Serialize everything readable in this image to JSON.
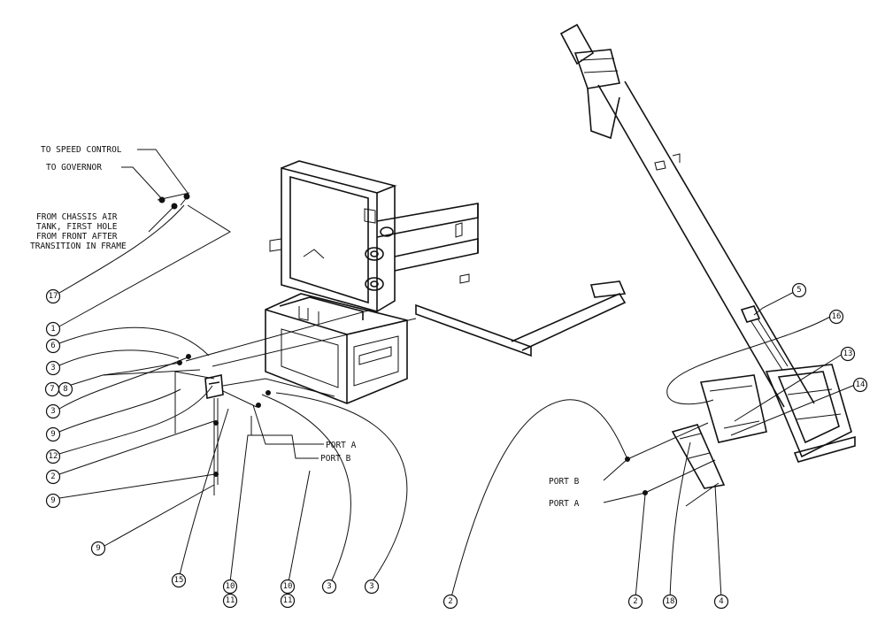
{
  "notes": {
    "to_speed_control": "TO SPEED CONTROL",
    "to_governor": "TO GOVERNOR",
    "from_chassis_1": "FROM CHASSIS AIR",
    "from_chassis_2": "TANK, FIRST HOLE",
    "from_chassis_3": "FROM FRONT AFTER",
    "from_chassis_4": "TRANSITION IN FRAME",
    "port_a_left": "PORT A",
    "port_b_left": "PORT B",
    "port_b_right": "PORT B",
    "port_a_right": "PORT A"
  },
  "callouts": {
    "c17": "17",
    "c1": "1",
    "c6": "6",
    "c3a": "3",
    "c7": "7",
    "c8": "8",
    "c3b": "3",
    "c9a": "9",
    "c12": "12",
    "c2a": "2",
    "c9b": "9",
    "c9c": "9",
    "c15": "15",
    "c10a": "10",
    "c11a": "11",
    "c10b": "10",
    "c11b": "11",
    "c3c": "3",
    "c3d": "3",
    "c2b": "2",
    "c2c": "2",
    "c18": "18",
    "c4": "4",
    "c5": "5",
    "c16": "16",
    "c13": "13",
    "c14": "14"
  }
}
